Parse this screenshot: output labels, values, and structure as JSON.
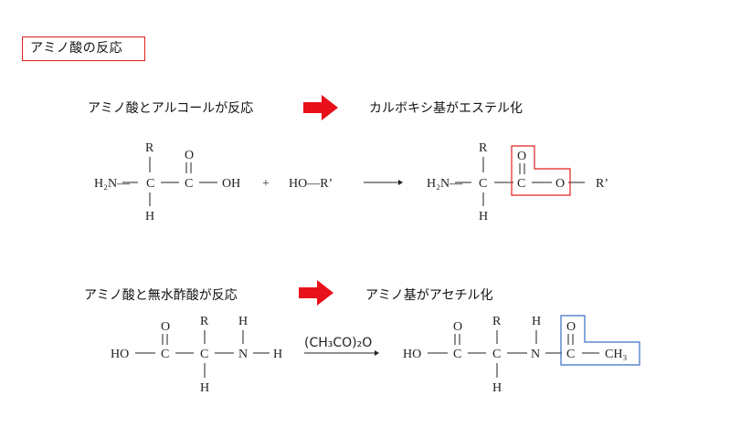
{
  "title": "アミノ酸の反応",
  "reaction1": {
    "caption": "アミノ酸とアルコールが反応",
    "result": "カルボキシ基がエステル化",
    "labels": {
      "R": "R",
      "H": "H",
      "O": "O",
      "C": "C",
      "N": "N",
      "OH": "OH",
      "plus": "+",
      "HO_Rprime": "HO—R’",
      "Rprime": "R’",
      "H2N": "H₂N—"
    }
  },
  "reaction2": {
    "caption": "アミノ酸と無水酢酸が反応",
    "result": "アミノ基がアセチル化",
    "reagent": "(CH₃CO)₂O",
    "labels": {
      "R": "R",
      "H": "H",
      "O": "O",
      "C": "C",
      "N": "N",
      "HO": "HO",
      "CH3": "CH₃"
    }
  },
  "colors": {
    "arrow": "#e8101a",
    "highlight_red": "#e02020",
    "highlight_blue": "#3a6fc4"
  }
}
